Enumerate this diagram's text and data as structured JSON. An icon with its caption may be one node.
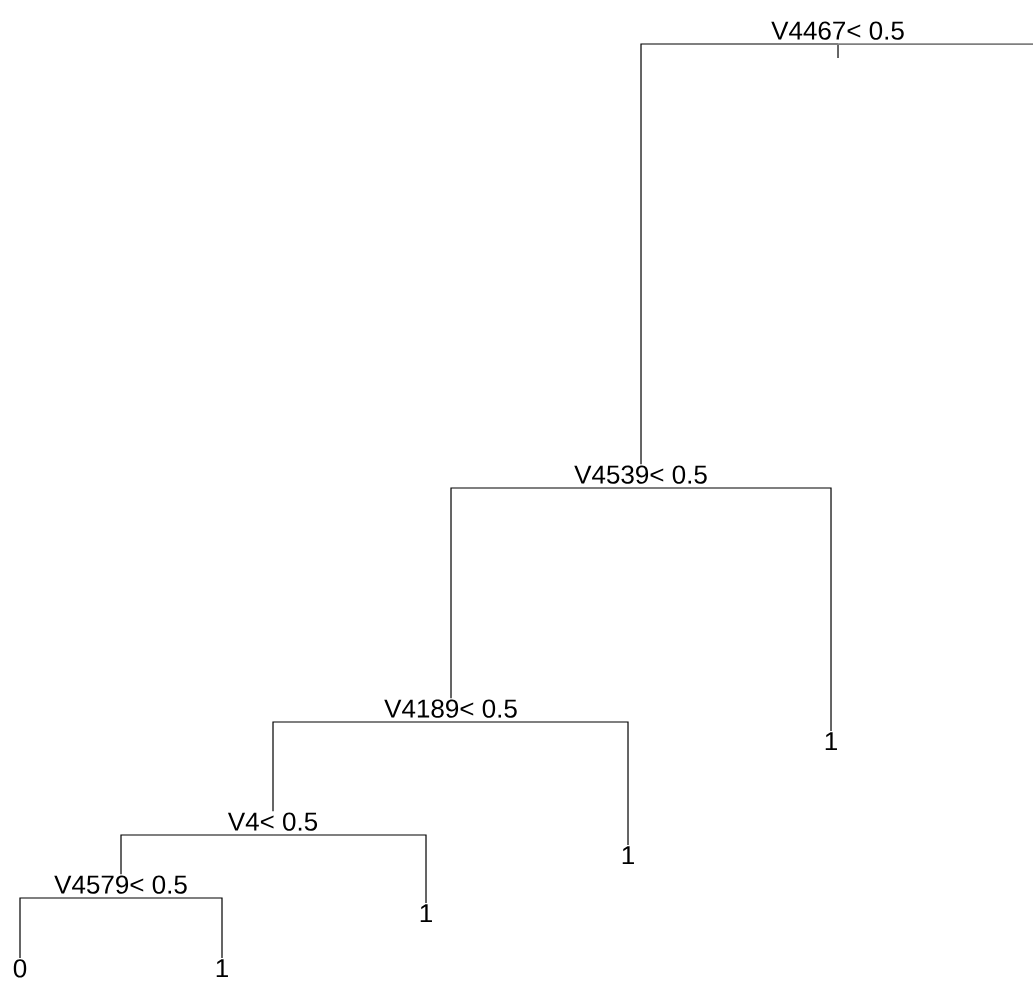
{
  "diagram": {
    "nodes": [
      {
        "text": [
          "V4467< 0.5"
        ]
      },
      {
        "text": [
          "V4539< 0.5"
        ]
      },
      {
        "text": [
          "V4189< 0.5"
        ]
      },
      {
        "text": [
          "1"
        ]
      },
      {
        "text": [
          "V4< 0.5"
        ]
      },
      {
        "text": [
          "1"
        ]
      },
      {
        "text": [
          "V4579< 0.5"
        ]
      },
      {
        "text": [
          "1"
        ]
      },
      {
        "text": [
          "0"
        ]
      },
      {
        "text": [
          "1"
        ]
      }
    ],
    "edges": [
      {
        "from": 0,
        "to": 1,
        "arrow": "none"
      },
      {
        "from": 0,
        "to": null,
        "arrow": "none"
      },
      {
        "from": 1,
        "to": 2,
        "arrow": "none"
      },
      {
        "from": 1,
        "to": 3,
        "arrow": "none"
      },
      {
        "from": 2,
        "to": 4,
        "arrow": "none"
      },
      {
        "from": 2,
        "to": 5,
        "arrow": "none"
      },
      {
        "from": 4,
        "to": 6,
        "arrow": "none"
      },
      {
        "from": 4,
        "to": 7,
        "arrow": "none"
      },
      {
        "from": 6,
        "to": 8,
        "arrow": "none"
      },
      {
        "from": 6,
        "to": 9,
        "arrow": "none"
      }
    ]
  }
}
